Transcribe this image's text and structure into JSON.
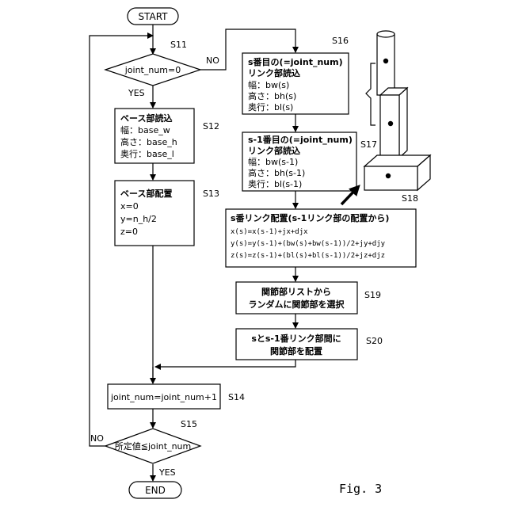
{
  "start_label": "START",
  "end_label": "END",
  "figure_label": "Fig. 3",
  "steps": {
    "s11": {
      "tag": "S11",
      "text": "joint_num=0",
      "yes": "YES",
      "no": "NO"
    },
    "s12": {
      "tag": "S12",
      "lines": [
        "ベース部読込",
        "幅：base_w",
        "高さ：base_h",
        "奥行：base_l"
      ]
    },
    "s13": {
      "tag": "S13",
      "lines": [
        "ベース部配置",
        "x=0",
        "y=n_h/2",
        "z=0"
      ]
    },
    "s14": {
      "tag": "S14",
      "text": "joint_num=joint_num+1"
    },
    "s15": {
      "tag": "S15",
      "text": "所定値≦joint_num",
      "yes": "YES",
      "no": "NO"
    },
    "s16": {
      "tag": "S16",
      "lines": [
        "s番目の(=joint_num)",
        "リンク部読込",
        "幅：bw(s)",
        "高さ：bh(s)",
        "奥行：bl(s)"
      ]
    },
    "s17": {
      "tag": "S17",
      "lines": [
        "s-1番目の(=joint_num)",
        "リンク部読込",
        "幅：bw(s-1)",
        "高さ：bh(s-1)",
        "奥行：bl(s-1)"
      ]
    },
    "s18": {
      "tag": "S18",
      "lines": [
        "s番リンク配置(s-1リンク部の配置から)",
        "x(s)=x(s-1)+jx+djx",
        "y(s)=y(s-1)+(bw(s)+bw(s-1))/2+jy+djy",
        "z(s)=z(s-1)+(bl(s)+bl(s-1))/2+jz+djz"
      ]
    },
    "s19": {
      "tag": "S19",
      "lines": [
        "関節部リストから",
        "ランダムに関節部を選択"
      ]
    },
    "s20": {
      "tag": "S20",
      "lines": [
        "sとs-1番リンク部間に",
        "関節部を配置"
      ]
    }
  }
}
